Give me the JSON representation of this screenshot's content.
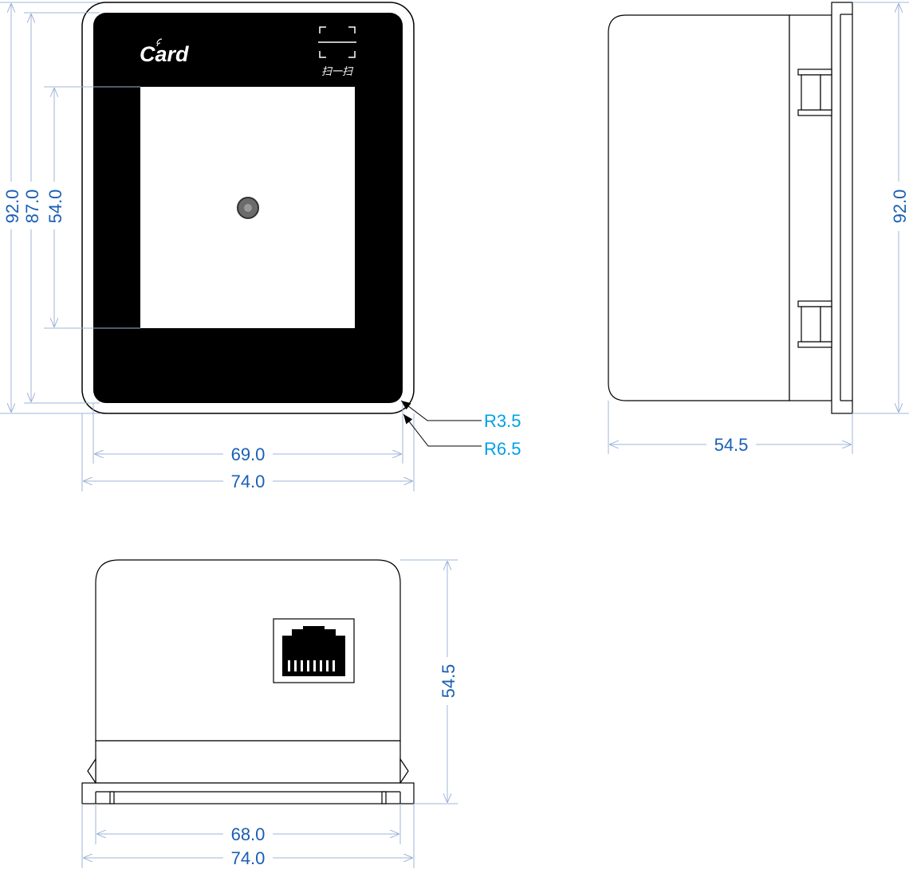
{
  "front": {
    "brand": "Card",
    "scan_label": "扫一扫",
    "dims": {
      "height_outer": "92.0",
      "height_inner": "87.0",
      "window_height": "54.0",
      "width_inner": "69.0",
      "width_outer": "74.0",
      "radius_inner": "R3.5",
      "radius_outer": "R6.5"
    }
  },
  "side": {
    "dims": {
      "depth": "54.5",
      "height": "92.0"
    }
  },
  "bottom": {
    "dims": {
      "depth": "54.5",
      "width_inner": "68.0",
      "width_outer": "74.0"
    }
  },
  "colors": {
    "dimension": "#1a5fb4",
    "radius": "#00a0e9",
    "dim_line": "#9fb4d8",
    "outline": "#000000",
    "face": "#000000"
  }
}
